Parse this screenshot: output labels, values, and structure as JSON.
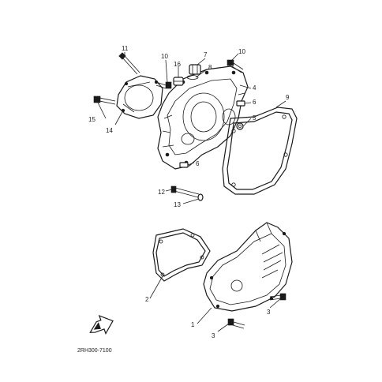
{
  "diagram": {
    "code": "2RH300-7100",
    "callouts": [
      "1",
      "2",
      "3",
      "3",
      "4",
      "5",
      "6",
      "6",
      "7",
      "8",
      "9",
      "10",
      "10",
      "11",
      "12",
      "13",
      "14",
      "15",
      "16"
    ]
  }
}
